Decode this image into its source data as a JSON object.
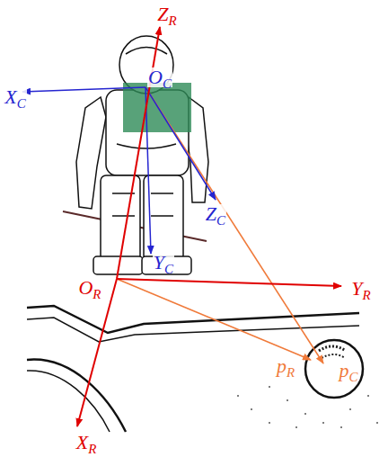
{
  "diagram": {
    "labels": [
      "ZR",
      "XC",
      "OC",
      "ZC",
      "YC",
      "OR",
      "YR",
      "pR",
      "pC",
      "XR"
    ]
  }
}
